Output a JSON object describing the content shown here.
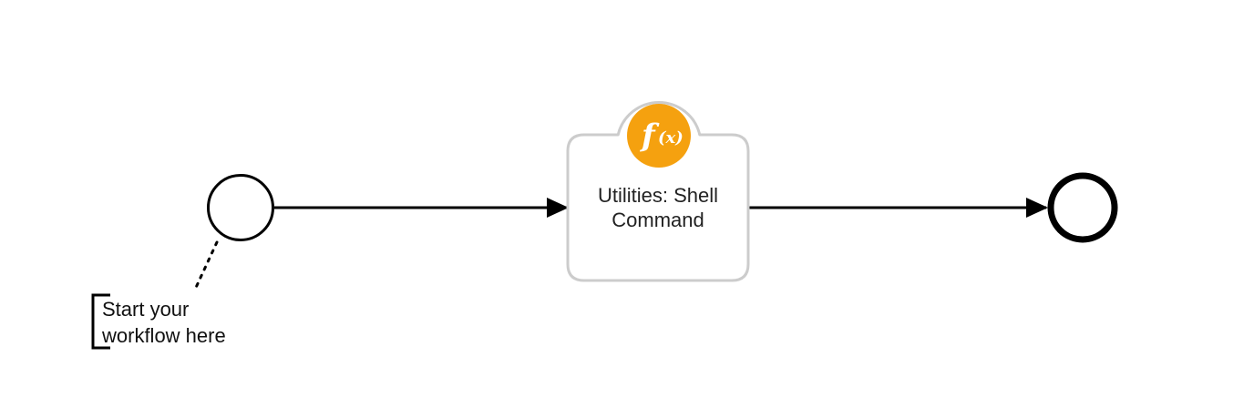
{
  "diagram": {
    "start_event": {
      "icon": "start-event-circle"
    },
    "annotation": {
      "line1": "Start your",
      "line2": "workflow here"
    },
    "task": {
      "label_line1": "Utilities: Shell",
      "label_line2": "Command",
      "icon": "function-icon",
      "icon_text": "f",
      "icon_subtext": "(x)",
      "icon_color": "#F5A10F",
      "border_color": "#CCCCCC"
    },
    "end_event": {
      "icon": "end-event-circle"
    },
    "flow_color": "#000000"
  }
}
